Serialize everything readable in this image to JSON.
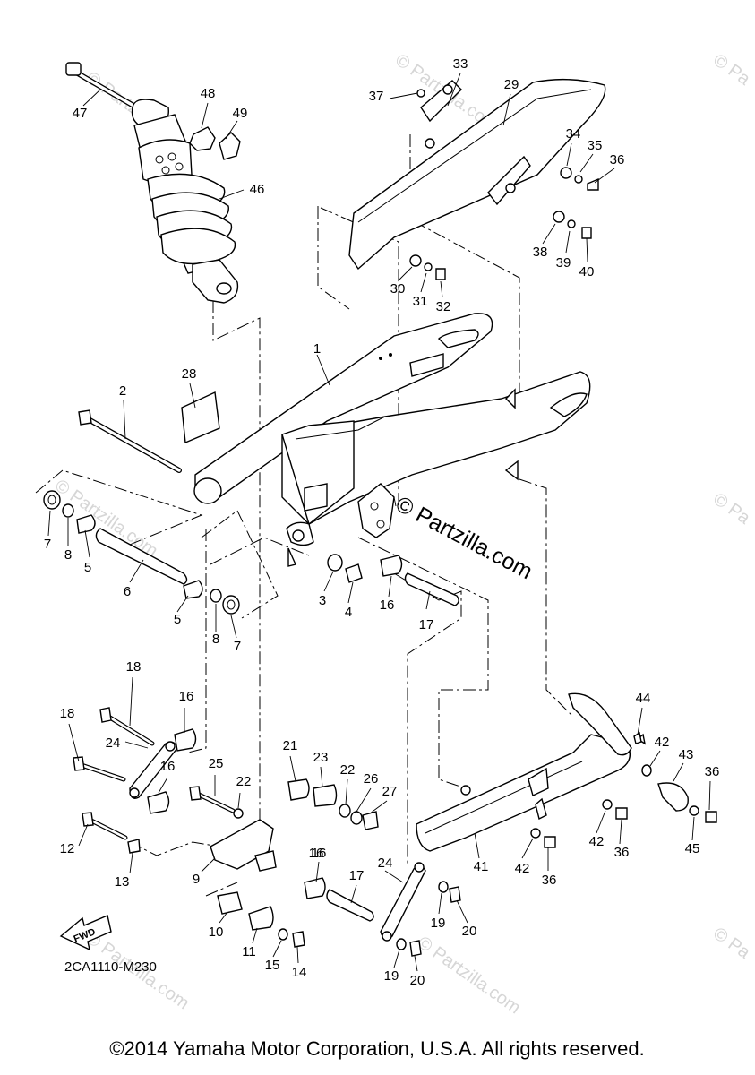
{
  "diagram": {
    "callouts": [
      "1",
      "2",
      "3",
      "4",
      "5",
      "5",
      "6",
      "7",
      "7",
      "8",
      "8",
      "9",
      "10",
      "11",
      "12",
      "13",
      "14",
      "15",
      "16",
      "16",
      "16",
      "16",
      "16",
      "17",
      "17",
      "18",
      "18",
      "19",
      "19",
      "20",
      "20",
      "21",
      "22",
      "22",
      "23",
      "24",
      "24",
      "25",
      "26",
      "27",
      "28",
      "29",
      "30",
      "31",
      "32",
      "33",
      "34",
      "35",
      "36",
      "36",
      "36",
      "36",
      "37",
      "38",
      "39",
      "40",
      "41",
      "42",
      "42",
      "42",
      "43",
      "44",
      "45",
      "46",
      "47",
      "48",
      "49"
    ],
    "fwd_label": "FWD",
    "diagram_code": "2CA1110-M230",
    "watermark_brand": "© Partzilla.com",
    "watermark_small": "© Partzilla.com",
    "watermark_corner": "© Pa"
  },
  "footer": {
    "copyright": "©2014 Yamaha Motor Corporation, U.S.A. All rights reserved."
  }
}
